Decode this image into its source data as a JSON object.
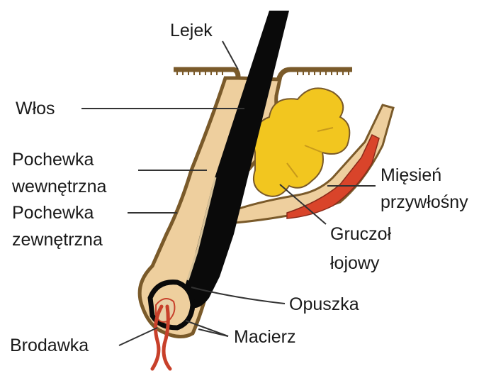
{
  "diagram": {
    "labels": {
      "lejek": "Lejek",
      "wlos": "Włos",
      "pochewka_wew_1": "Pochewka",
      "pochewka_wew_2": "wewnętrzna",
      "pochewka_zew_1": "Pochewka",
      "pochewka_zew_2": "zewnętrzna",
      "miesien_1": "Mięsień",
      "miesien_2": "przywłośny",
      "gruczol_1": "Gruczoł",
      "gruczol_2": "łojowy",
      "opuszka": "Opuszka",
      "brodawka": "Brodawka",
      "macierz": "Macierz"
    },
    "colors": {
      "hair": "#0a0a0a",
      "sheath_fill": "#eecf9e",
      "sheath_outline": "#7a5a2a",
      "gland": "#f2c61f",
      "muscle": "#d9442a",
      "papilla": "#c8402a",
      "line": "#333333"
    }
  }
}
